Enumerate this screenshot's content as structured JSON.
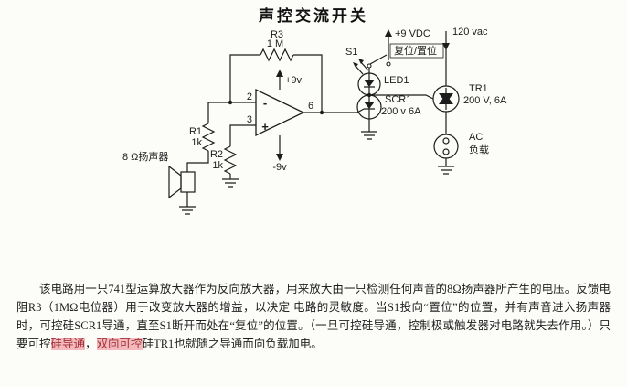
{
  "title": "声控交流开关",
  "accent_colors": {
    "ink": "#1c1c1c",
    "highlight_bg": "#f3b9bd",
    "highlight_text": "#a03237"
  },
  "circuit": {
    "labels": {
      "r3": "R3",
      "r3_val": "1 M",
      "r1": "R1",
      "r1_val": "1k",
      "r2": "R2",
      "r2_val": "1k",
      "plus9v": "+9v",
      "minus9v": "-9v",
      "pin2": "2",
      "pin3": "3",
      "pin6": "6",
      "minus": "-",
      "plus": "+",
      "plus9vdc": "+9 VDC",
      "s1": "S1",
      "reset_set": "复位/置位",
      "led1": "LED1",
      "scr1": "SCR1",
      "scr1_val": "200 v 6A",
      "vac": "120 vac",
      "tr1": "TR1",
      "tr1_val": "200 V, 6A",
      "ac": "AC",
      "load": "负载",
      "speaker": "8 Ω扬声器"
    }
  },
  "paragraph": {
    "segments": [
      {
        "text": "该电路用一只741型运算放大器作为反向放大器，用来放大由一只检测任何声音的8Ω扬声器所产生的电压。反馈电阻R3（1MΩ电位器）用于改变放大器的增益，以决定 电路的灵敏度。当S1投向“置位”的位置，并有声音进入扬声器时，可控硅SCR1导通，直至S1断开而处在“复位”的位置。（一旦可控硅导通，控制极或触发器对电路就失去作用。）只要可控",
        "highlight": false
      },
      {
        "text": "硅导通",
        "highlight": true
      },
      {
        "text": "，",
        "highlight": false
      },
      {
        "text": "双向可控",
        "highlight": true
      },
      {
        "text": "硅TR1也就随之导通而向负载加电。",
        "highlight": false
      }
    ]
  }
}
